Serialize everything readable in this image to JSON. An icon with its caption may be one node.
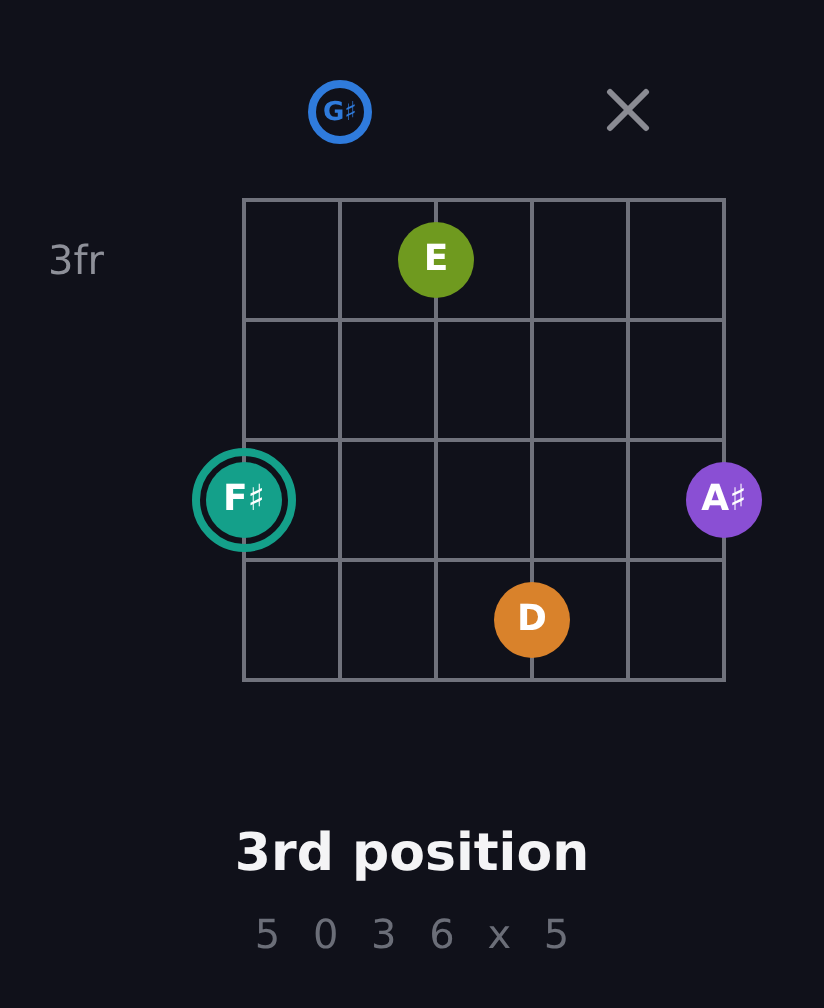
{
  "diagram": {
    "title": "3rd position",
    "nodes": [
      {
        "text": [
          "G♯"
        ]
      },
      {
        "text": [
          "E"
        ]
      },
      {
        "text": [
          "F♯"
        ]
      },
      {
        "text": [
          "A♯"
        ]
      },
      {
        "text": [
          "D"
        ]
      }
    ],
    "labels": [
      "3fr",
      "5 0 3 6 x 5"
    ]
  }
}
